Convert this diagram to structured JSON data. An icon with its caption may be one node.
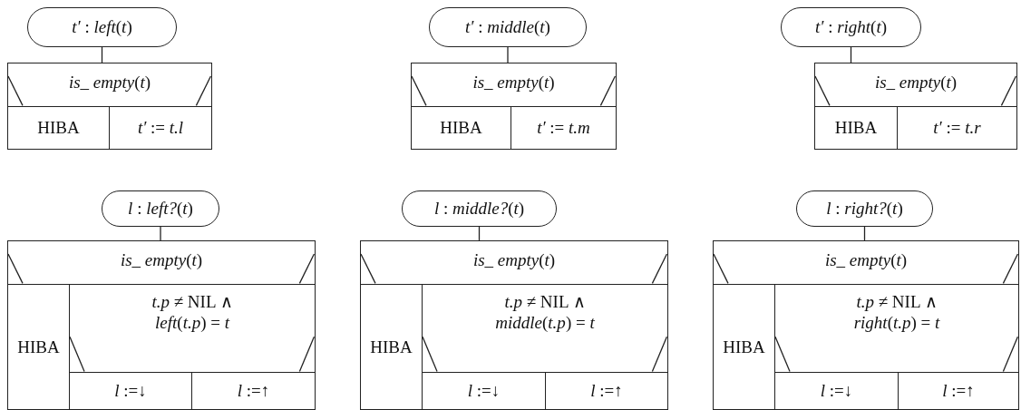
{
  "diagram": {
    "nodes": [
      {
        "text": [
          "*t′* : *left*(*t*)"
        ]
      },
      {
        "text": [],
        "shape": "box"
      },
      {
        "text": [
          "*is_ empty*(*t*)"
        ],
        "in": 1
      },
      {
        "text": [
          "HIBA"
        ],
        "in": 1
      },
      {
        "text": [
          "*t′* := *t.l*"
        ],
        "in": 1
      },
      {
        "text": [
          "*t′* : *middle*(*t*)"
        ]
      },
      {
        "text": [],
        "shape": "box"
      },
      {
        "text": [
          "*is_ empty*(*t*)"
        ],
        "in": 6
      },
      {
        "text": [
          "HIBA"
        ],
        "in": 6
      },
      {
        "text": [
          "*t′* := *t.m*"
        ],
        "in": 6
      },
      {
        "text": [
          "*t′* : *right*(*t*)"
        ]
      },
      {
        "text": [],
        "shape": "box"
      },
      {
        "text": [
          "*is_ empty*(*t*)"
        ],
        "in": 11
      },
      {
        "text": [
          "HIBA"
        ],
        "in": 11
      },
      {
        "text": [
          "*t′* := *t.r*"
        ],
        "in": 11
      },
      {
        "text": [
          "*l* : *left?*(*t*)"
        ]
      },
      {
        "text": [],
        "shape": "box"
      },
      {
        "text": [
          "*is_ empty*(*t*)"
        ],
        "in": 16
      },
      {
        "text": [
          "HIBA"
        ],
        "in": 16
      },
      {
        "text": [
          "*t.p* ≠ NIL ∧ *left*(*t.p*) = *t*"
        ],
        "in": 16
      },
      {
        "text": [
          "*l* :=↓"
        ],
        "in": 16
      },
      {
        "text": [
          "*l* :=↑"
        ],
        "in": 16
      },
      {
        "text": [
          "*l* : *middle?*(*t*)"
        ]
      },
      {
        "text": [],
        "shape": "box"
      },
      {
        "text": [
          "*is_ empty*(*t*)"
        ],
        "in": 23
      },
      {
        "text": [
          "HIBA"
        ],
        "in": 23
      },
      {
        "text": [
          "*t.p* ≠ NIL ∧ *middle*(*t.p*) = *t*"
        ],
        "in": 23
      },
      {
        "text": [
          "*l* :=↓"
        ],
        "in": 23
      },
      {
        "text": [
          "*l* :=↑"
        ],
        "in": 23
      },
      {
        "text": [
          "*l* : *right?*(*t*)"
        ]
      },
      {
        "text": [],
        "shape": "box"
      },
      {
        "text": [
          "*is_ empty*(*t*)"
        ],
        "in": 30
      },
      {
        "text": [
          "HIBA"
        ],
        "in": 30
      },
      {
        "text": [
          "*t.p* ≠ NIL ∧ *right*(*t.p*) = *t*"
        ],
        "in": 30
      },
      {
        "text": [
          "*l* :=↓"
        ],
        "in": 30
      },
      {
        "text": [
          "*l* :=↑"
        ],
        "in": 30
      }
    ],
    "edges": [
      {
        "from": 0,
        "to": 1,
        "arrow": "none"
      },
      {
        "from": 5,
        "to": 6,
        "arrow": "none"
      },
      {
        "from": 10,
        "to": 11,
        "arrow": "none"
      },
      {
        "from": 15,
        "to": 16,
        "arrow": "none"
      },
      {
        "from": 22,
        "to": 23,
        "arrow": "none"
      },
      {
        "from": 29,
        "to": 30,
        "arrow": "none"
      }
    ]
  }
}
